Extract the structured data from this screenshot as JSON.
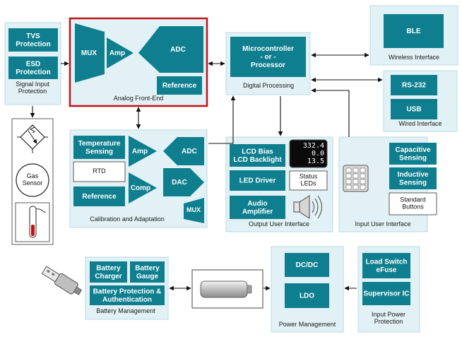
{
  "colors": {
    "block": "#0f7f8f",
    "panel": "#e2f1f5",
    "panel_border": "#b9dbe4",
    "highlight": "#c0131a"
  },
  "panels": {
    "signal_input": "Signal Input\nProtection",
    "analog_front_end": "Analog Front-End",
    "digital_processing": "Digital Processing",
    "wireless_interface": "Wireless Interface",
    "wired_interface": "Wired Interface",
    "calibration": "Calibration and Adaptation",
    "output_ui": "Output User Interface",
    "input_ui": "Input User Interface",
    "battery_mgmt": "Battery Management",
    "power_mgmt": "Power Management",
    "input_power": "Input Power\nProtection"
  },
  "blocks": {
    "tvs": "TVS\nProtection",
    "esd": "ESD\nProtection",
    "gas_sensor": "Gas\nSensor",
    "mux": "MUX",
    "amp": "Amp",
    "adc": "ADC",
    "reference": "Reference",
    "mcu": "Microcontroller\n- or -\nProcessor",
    "ble": "BLE",
    "rs232": "RS-232",
    "usb": "USB",
    "temp_sensing": "Temperature\nSensing",
    "cal_amp": "Amp",
    "cal_adc": "ADC",
    "rtd": "RTD",
    "cal_reference": "Reference",
    "comp": "Comp",
    "dac": "DAC",
    "cal_mux": "MUX",
    "lcd_bias": "LCD Bias\nLCD Backlight",
    "lcd_values": [
      "332.4",
      "0.0",
      "13.5"
    ],
    "led_driver": "LED Driver",
    "status_leds": "Status\nLEDs",
    "audio_amp": "Audio\nAmplifier",
    "capacitive": "Capacitive\nSensing",
    "inductive": "Inductive\nSensing",
    "standard_buttons": "Standard\nButtons",
    "battery_charger": "Battery\nCharger",
    "battery_gauge": "Battery\nGauge",
    "battery_protection": "Battery Protection &\nAuthentication",
    "dcdc": "DC/DC",
    "ldo": "LDO",
    "load_switch": "Load Switch\neFuse",
    "supervisor": "Supervisor IC"
  },
  "icons": [
    "bridge-sensor-icon",
    "probe-sensor-icon",
    "lcd-display-icon",
    "speaker-icon",
    "keypad-icon",
    "usb-plug-icon",
    "battery-icon"
  ]
}
